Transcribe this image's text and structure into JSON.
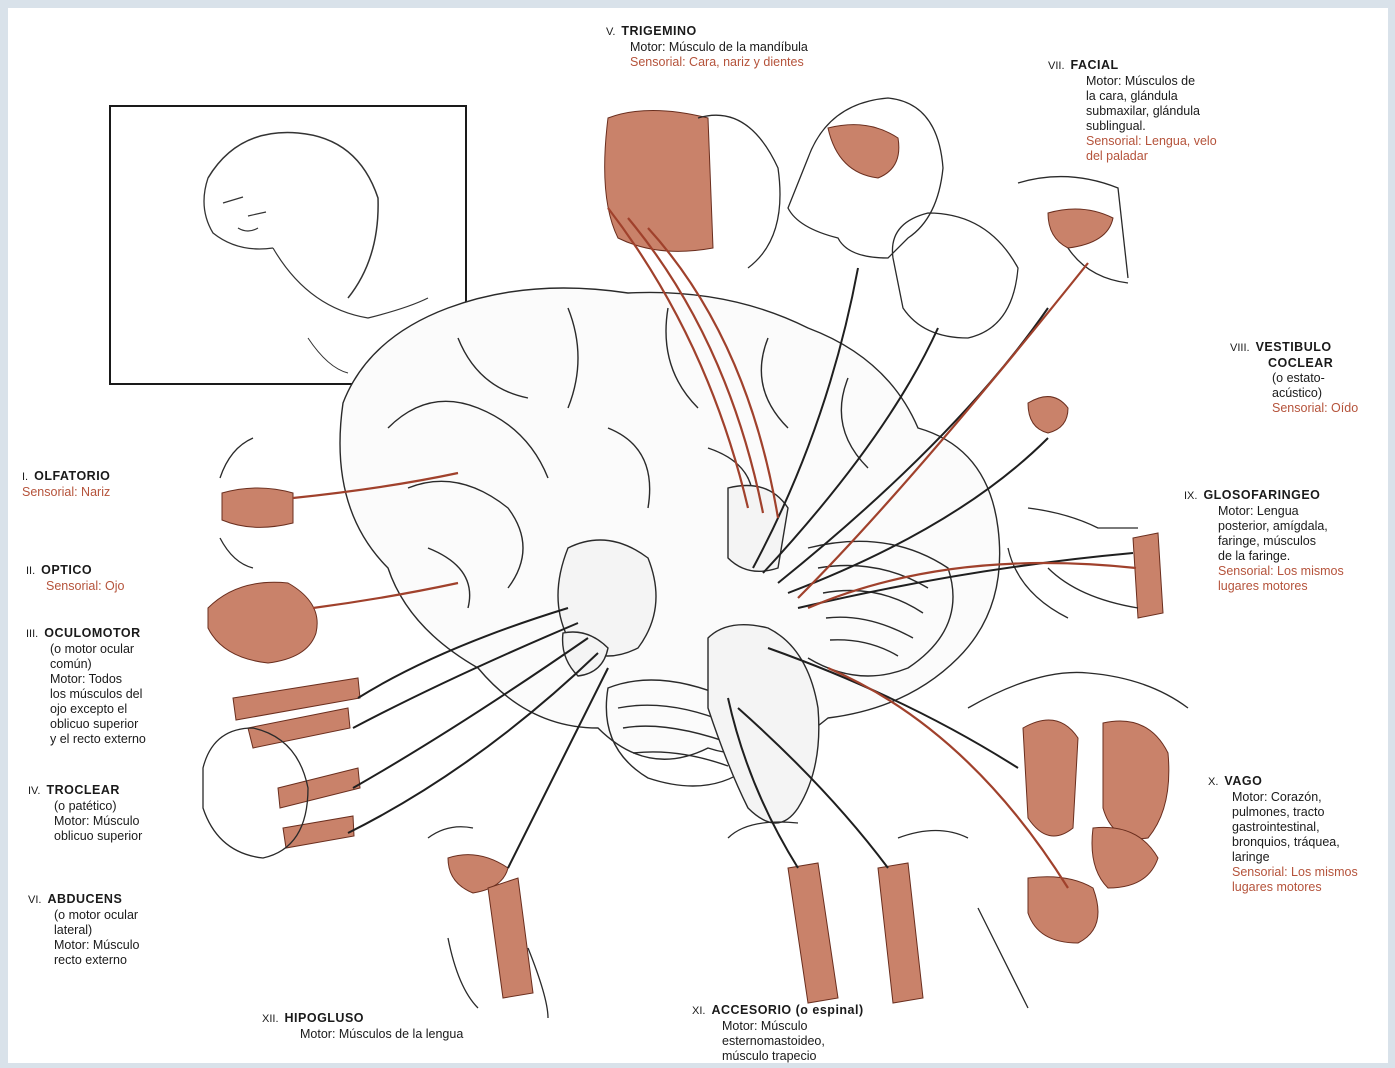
{
  "colors": {
    "nerve_red": "#a0412c",
    "organ_fill": "#c9826a",
    "ink": "#1a1a1a",
    "sensory_text": "#b5533b",
    "frame_bg": "#d9e2ea"
  },
  "nerves": {
    "v": {
      "num": "V.",
      "name": "TRIGEMINO",
      "lines": [
        "Motor: Músculo de la mandíbula"
      ],
      "sensory": [
        "Sensorial: Cara, nariz y dientes"
      ]
    },
    "vii": {
      "num": "VII.",
      "name": "FACIAL",
      "lines": [
        "Motor: Músculos de",
        "la cara, glándula",
        "submaxilar, glándula",
        "sublingual."
      ],
      "sensory": [
        "Sensorial: Lengua, velo",
        "del paladar"
      ]
    },
    "viii": {
      "num": "VIII.",
      "name": "VESTIBULO",
      "lines": [
        "COCLEAR",
        "(o estato-",
        "acústico)"
      ],
      "sensory": [
        "Sensorial: Oído"
      ]
    },
    "i": {
      "num": "I.",
      "name": "OLFATORIO",
      "lines": [],
      "sensory": [
        "Sensorial: Nariz"
      ]
    },
    "ii": {
      "num": "II.",
      "name": "OPTICO",
      "lines": [],
      "sensory": [
        "Sensorial: Ojo"
      ]
    },
    "iii": {
      "num": "III.",
      "name": "OCULOMOTOR",
      "lines": [
        "(o motor ocular",
        "común)",
        "Motor: Todos",
        "los músculos del",
        "ojo excepto el",
        "oblicuo superior",
        "y el recto externo"
      ],
      "sensory": []
    },
    "iv": {
      "num": "IV.",
      "name": "TROCLEAR",
      "lines": [
        "(o patético)",
        "Motor: Músculo",
        "oblicuo superior"
      ],
      "sensory": []
    },
    "vi": {
      "num": "VI.",
      "name": "ABDUCENS",
      "lines": [
        "(o motor ocular",
        "lateral)",
        "Motor: Músculo",
        "recto externo"
      ],
      "sensory": []
    },
    "ix": {
      "num": "IX.",
      "name": "GLOSOFARINGEO",
      "lines": [
        "Motor: Lengua",
        "posterior, amígdala,",
        "faringe, músculos",
        "de la faringe."
      ],
      "sensory": [
        "Sensorial: Los mismos",
        "lugares motores"
      ]
    },
    "x": {
      "num": "X.",
      "name": "VAGO",
      "lines": [
        "Motor: Corazón,",
        "pulmones, tracto",
        "gastrointestinal,",
        "bronquios, tráquea,",
        "laringe"
      ],
      "sensory": [
        "Sensorial: Los mismos",
        "lugares motores"
      ]
    },
    "xii": {
      "num": "XII.",
      "name": "HIPOGLUSO",
      "lines": [
        "Motor: Músculos de la lengua"
      ],
      "sensory": []
    },
    "xi": {
      "num": "XI.",
      "name": "ACCESORIO (o espinal)",
      "lines": [
        "Motor: Músculo",
        "esternomastoideo,",
        "músculo trapecio"
      ],
      "sensory": []
    }
  }
}
